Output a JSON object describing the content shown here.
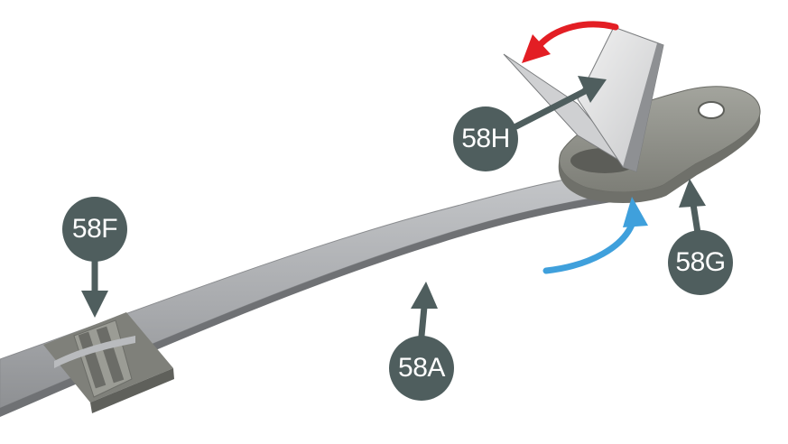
{
  "colors": {
    "strap": "#a9abae",
    "strap_edge": "#7e8184",
    "part_grey": "#8c8d86",
    "callout": "#4f5e5e",
    "arrow_red": "#e31e24",
    "arrow_blue": "#3fa0dc"
  },
  "labels": {
    "f": "58F",
    "h": "58H",
    "g": "58G",
    "a": "58A"
  }
}
